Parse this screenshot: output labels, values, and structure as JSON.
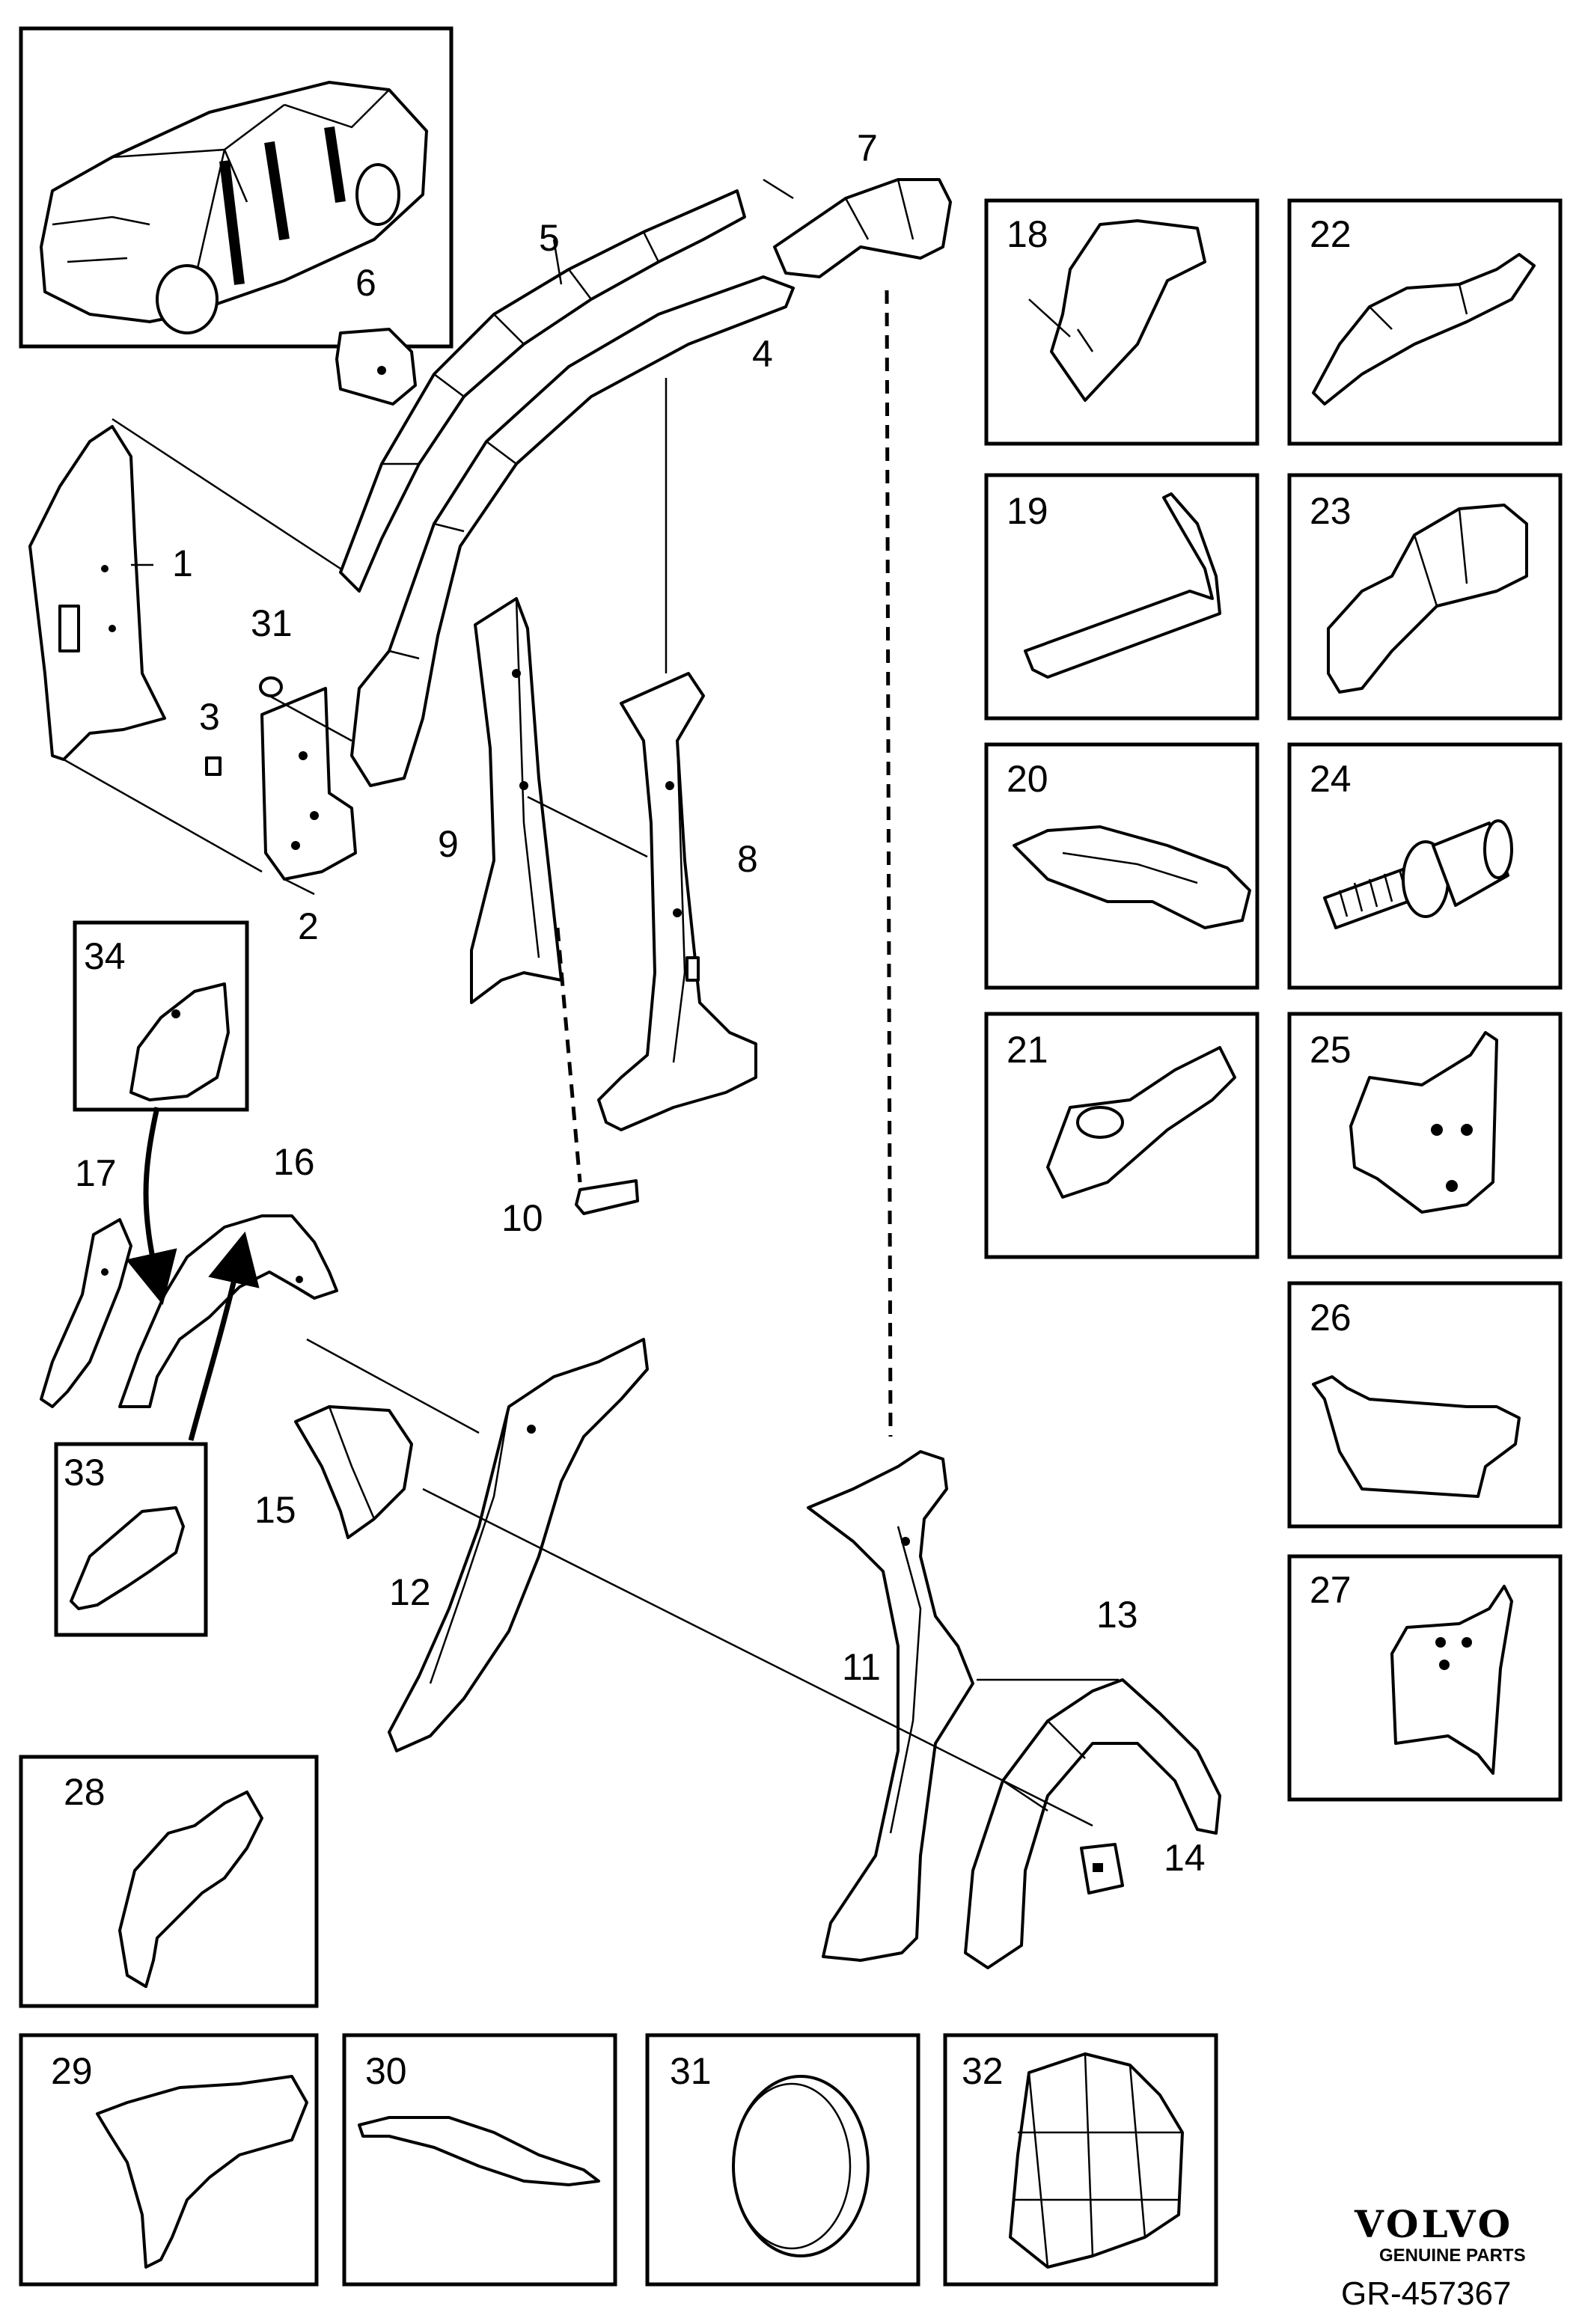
{
  "callouts": [
    "1",
    "2",
    "3",
    "4",
    "5",
    "6",
    "7",
    "8",
    "9",
    "10",
    "11",
    "12",
    "13",
    "14",
    "15",
    "16",
    "17",
    "31"
  ],
  "panels": [
    "18",
    "19",
    "20",
    "21",
    "22",
    "23",
    "24",
    "25",
    "26",
    "27",
    "28",
    "29",
    "30",
    "31",
    "32",
    "33",
    "34"
  ],
  "brand": {
    "name": "VOLVO",
    "subtitle": "GENUINE PARTS"
  },
  "reference": "GR-457367"
}
